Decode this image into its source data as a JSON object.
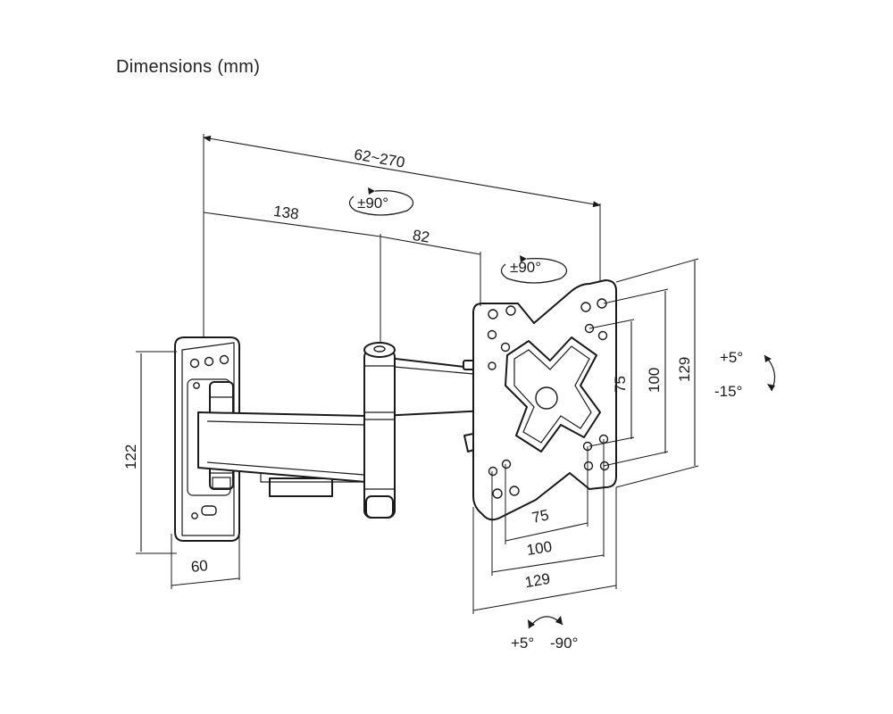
{
  "title": "Dimensions (mm)",
  "labels": {
    "reach": "62~270",
    "arm_long": "138",
    "arm_short": "82",
    "plate_height": "122",
    "plate_width": "60",
    "vesa_small_h": "75",
    "vesa_mid_h": "100",
    "vesa_large_h": "129",
    "vesa_small_w": "75",
    "vesa_mid_w": "100",
    "vesa_large_w": "129"
  },
  "rotations": {
    "arm_swivel": "±90°",
    "head_rotate": "±90°",
    "tilt_up": "+5°",
    "tilt_down": "-15°",
    "swivel_left": "+5°",
    "swivel_right": "-90°"
  }
}
